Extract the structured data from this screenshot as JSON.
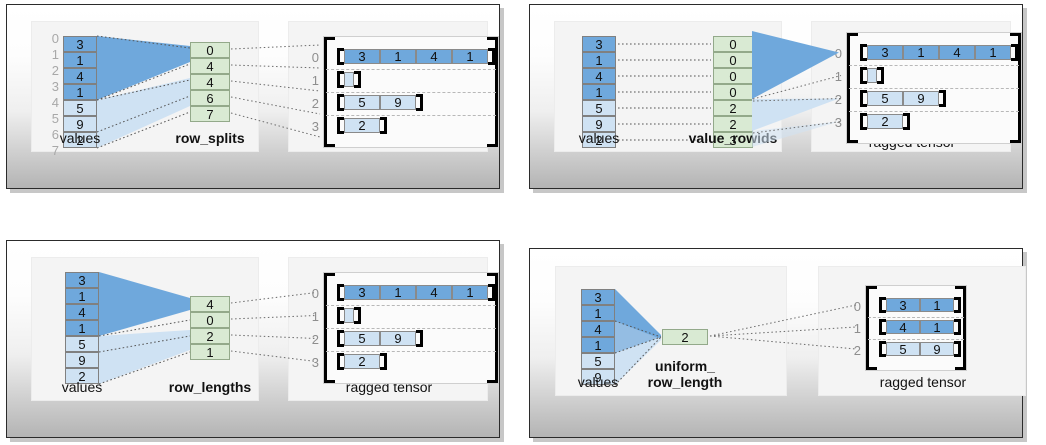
{
  "colors": {
    "dark_blue": "#6fa8dc",
    "light_blue": "#cfe2f3",
    "green": "#d9ead3",
    "index_gray": "#a8a8a8",
    "panel_border": "#2b2b2b",
    "bracket": "#000000"
  },
  "labels": {
    "values": "values",
    "ragged_tensor": "ragged tensor"
  },
  "panels": [
    {
      "id": "row-splits",
      "encoding_label": "row_splits",
      "values": [
        3,
        1,
        4,
        1,
        5,
        9,
        2
      ],
      "values_shade": [
        "dark",
        "dark",
        "dark",
        "dark",
        "light",
        "light",
        "light"
      ],
      "value_indices": [
        "0",
        "1",
        "2",
        "3",
        "4",
        "5",
        "6",
        "7"
      ],
      "encoding_values": [
        "0",
        "4",
        "4",
        "6",
        "7"
      ],
      "ragged_row_indices": [
        "0",
        "1",
        "2",
        "3"
      ],
      "ragged_rows": [
        {
          "cells": [
            3,
            1,
            4,
            1
          ],
          "shade": "dark"
        },
        {
          "cells": [],
          "shade": "light"
        },
        {
          "cells": [
            5,
            9
          ],
          "shade": "light"
        },
        {
          "cells": [
            2
          ],
          "shade": "light"
        }
      ]
    },
    {
      "id": "value-rowids",
      "encoding_label": "value_rowids",
      "values": [
        3,
        1,
        4,
        1,
        5,
        9,
        2
      ],
      "values_shade": [
        "dark",
        "dark",
        "dark",
        "dark",
        "light",
        "light",
        "light"
      ],
      "value_indices": [],
      "encoding_values": [
        "0",
        "0",
        "0",
        "0",
        "2",
        "2",
        "3"
      ],
      "ragged_row_indices": [
        "0",
        "1",
        "2",
        "3"
      ],
      "ragged_rows": [
        {
          "cells": [
            3,
            1,
            4,
            1
          ],
          "shade": "dark"
        },
        {
          "cells": [],
          "shade": "light"
        },
        {
          "cells": [
            5,
            9
          ],
          "shade": "light"
        },
        {
          "cells": [
            2
          ],
          "shade": "light"
        }
      ]
    },
    {
      "id": "row-lengths",
      "encoding_label": "row_lengths",
      "values": [
        3,
        1,
        4,
        1,
        5,
        9,
        2
      ],
      "values_shade": [
        "dark",
        "dark",
        "dark",
        "dark",
        "light",
        "light",
        "light"
      ],
      "value_indices": [],
      "encoding_values": [
        "4",
        "0",
        "2",
        "1"
      ],
      "ragged_row_indices": [
        "0",
        "1",
        "2",
        "3"
      ],
      "ragged_rows": [
        {
          "cells": [
            3,
            1,
            4,
            1
          ],
          "shade": "dark"
        },
        {
          "cells": [],
          "shade": "light"
        },
        {
          "cells": [
            5,
            9
          ],
          "shade": "light"
        },
        {
          "cells": [
            2
          ],
          "shade": "light"
        }
      ]
    },
    {
      "id": "uniform-row-length",
      "encoding_label": "uniform_\nrow_length",
      "values": [
        3,
        1,
        4,
        1,
        5,
        9
      ],
      "values_shade": [
        "dark",
        "dark",
        "dark",
        "dark",
        "light",
        "light"
      ],
      "value_indices": [],
      "encoding_values": [
        "2"
      ],
      "ragged_row_indices": [
        "0",
        "1",
        "2"
      ],
      "ragged_rows": [
        {
          "cells": [
            3,
            1
          ],
          "shade": "dark"
        },
        {
          "cells": [
            4,
            1
          ],
          "shade": "dark"
        },
        {
          "cells": [
            5,
            9
          ],
          "shade": "light"
        }
      ]
    }
  ]
}
